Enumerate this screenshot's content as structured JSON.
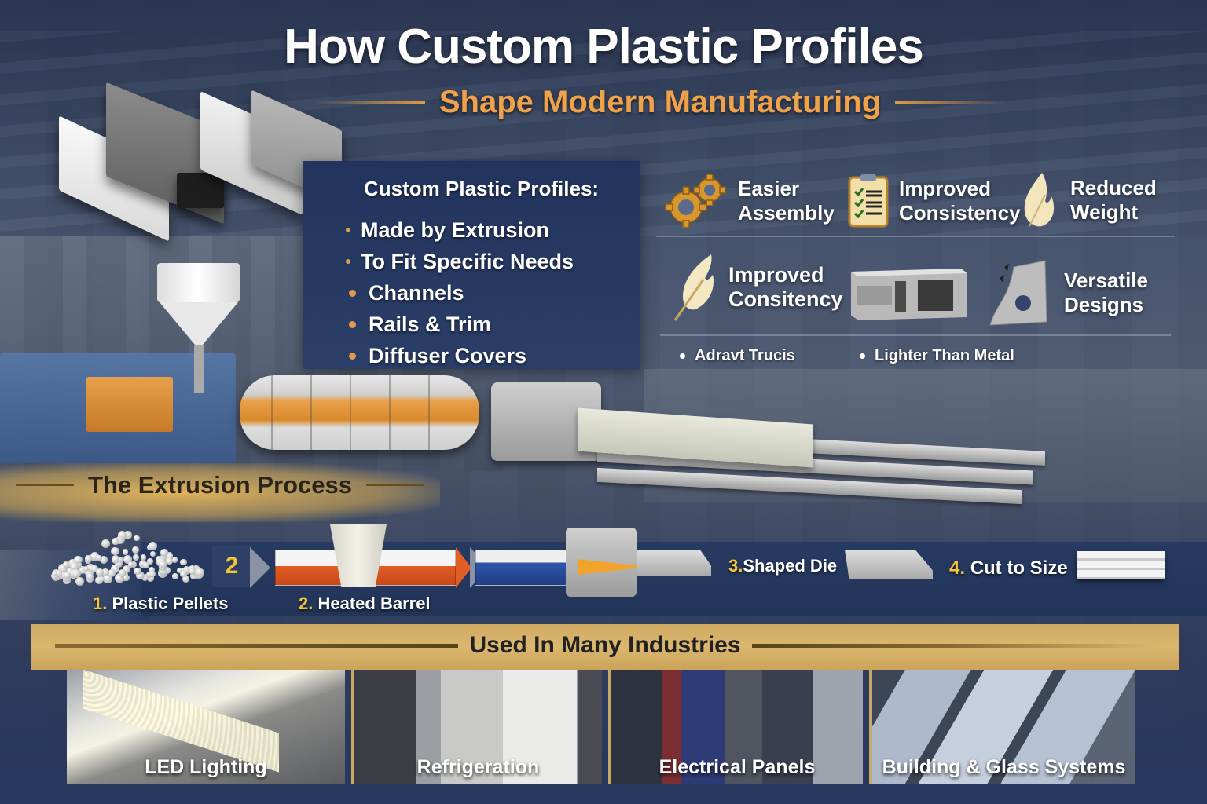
{
  "header": {
    "title": "How Custom Plastic Profiles",
    "subtitle": "Shape Modern Manufacturing"
  },
  "info_panel": {
    "title": "Custom Plastic Profiles:",
    "items": [
      "Made by Extrusion",
      "To Fit Specific Needs",
      "Channels",
      "Rails & Trim",
      "Diffuser Covers"
    ]
  },
  "benefits": {
    "row1": [
      {
        "icon": "gears-icon",
        "line1": "Easier",
        "line2": "Assembly"
      },
      {
        "icon": "checklist-icon",
        "line1": "Improved",
        "line2": "Consistency"
      },
      {
        "icon": "feather-flame-icon",
        "line1": "Reduced",
        "line2": "Weight"
      }
    ],
    "row2": [
      {
        "icon": "feather-icon",
        "line1": "Improved",
        "line2": "Consitency"
      },
      {
        "icon": "profile-section-icon"
      },
      {
        "icon": "cut-shape-icon",
        "line1": "Versatile",
        "line2": "Designs"
      }
    ],
    "bullets": [
      "Adravt Trucis",
      "Lighter Than Metal"
    ]
  },
  "process": {
    "title": "The Extrusion Process",
    "marker": "2",
    "steps": [
      {
        "num": "1.",
        "label": "Plastic Pellets"
      },
      {
        "num": "2.",
        "label": "Heated Barrel"
      },
      {
        "num": "3.",
        "label": "Shaped Die"
      },
      {
        "num": "4.",
        "label": "Cut to Size"
      }
    ]
  },
  "industries": {
    "title": "Used In Many Industries",
    "items": [
      {
        "label": "LED Lighting"
      },
      {
        "label": "Refrigeration"
      },
      {
        "label": "Electrical Panels"
      },
      {
        "label": "Building & Glass Systems"
      }
    ]
  },
  "colors": {
    "accent_orange": "#efa24a",
    "panel_navy": "#22345e",
    "step_yellow": "#f0c53a",
    "band_gold": "#e3bd70"
  }
}
